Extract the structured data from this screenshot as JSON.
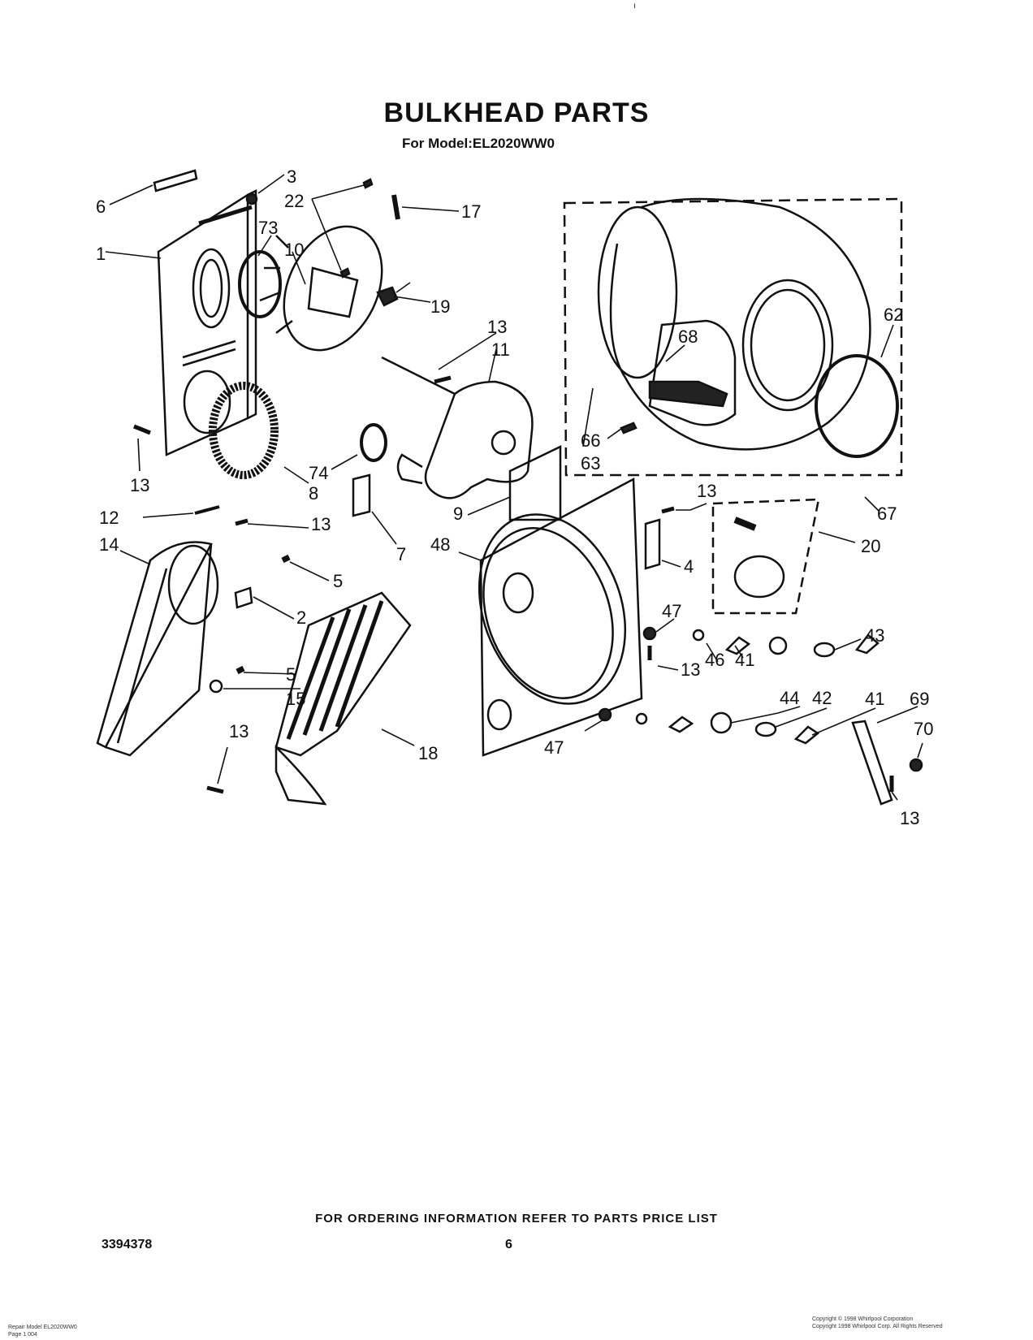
{
  "title": "BULKHEAD PARTS",
  "model": "For Model:EL2020WW0",
  "footer": "FOR ORDERING INFORMATION REFER TO PARTS PRICE LIST",
  "doc_number": "3394378",
  "page_number": "6",
  "top_mark": "ı",
  "small_left": [
    "Repair Model EL2020WW0",
    "Page 1 004"
  ],
  "small_right": [
    "Copyright © 1998 Whirlpool Corporation",
    "Copyright 1998 Whirlpool Corp. All Rights Reserved"
  ],
  "callouts": [
    {
      "id": "c-3",
      "label": "3"
    },
    {
      "id": "c-22",
      "label": "22"
    },
    {
      "id": "c-17",
      "label": "17"
    },
    {
      "id": "c-6",
      "label": "6"
    },
    {
      "id": "c-73",
      "label": "73"
    },
    {
      "id": "c-10",
      "label": "10"
    },
    {
      "id": "c-1",
      "label": "1"
    },
    {
      "id": "c-19",
      "label": "19"
    },
    {
      "id": "c-13a",
      "label": "13"
    },
    {
      "id": "c-11",
      "label": "11"
    },
    {
      "id": "c-68",
      "label": "68"
    },
    {
      "id": "c-62",
      "label": "62"
    },
    {
      "id": "c-66",
      "label": "66"
    },
    {
      "id": "c-63",
      "label": "63"
    },
    {
      "id": "c-13b",
      "label": "13"
    },
    {
      "id": "c-8",
      "label": "8"
    },
    {
      "id": "c-74",
      "label": "74"
    },
    {
      "id": "c-9",
      "label": "9"
    },
    {
      "id": "c-13c",
      "label": "13"
    },
    {
      "id": "c-67",
      "label": "67"
    },
    {
      "id": "c-12",
      "label": "12"
    },
    {
      "id": "c-13d",
      "label": "13"
    },
    {
      "id": "c-7",
      "label": "7"
    },
    {
      "id": "c-48",
      "label": "48"
    },
    {
      "id": "c-4",
      "label": "4"
    },
    {
      "id": "c-20",
      "label": "20"
    },
    {
      "id": "c-14",
      "label": "14"
    },
    {
      "id": "c-5a",
      "label": "5"
    },
    {
      "id": "c-2",
      "label": "2"
    },
    {
      "id": "c-47a",
      "label": "47"
    },
    {
      "id": "c-43",
      "label": "43"
    },
    {
      "id": "c-13e",
      "label": "13"
    },
    {
      "id": "c-46",
      "label": "46"
    },
    {
      "id": "c-41a",
      "label": "41"
    },
    {
      "id": "c-44",
      "label": "44"
    },
    {
      "id": "c-42",
      "label": "42"
    },
    {
      "id": "c-41b",
      "label": "41"
    },
    {
      "id": "c-69",
      "label": "69"
    },
    {
      "id": "c-5b",
      "label": "5"
    },
    {
      "id": "c-15",
      "label": "15"
    },
    {
      "id": "c-70",
      "label": "70"
    },
    {
      "id": "c-13f",
      "label": "13"
    },
    {
      "id": "c-18",
      "label": "18"
    },
    {
      "id": "c-47b",
      "label": "47"
    },
    {
      "id": "c-13g",
      "label": "13"
    }
  ]
}
